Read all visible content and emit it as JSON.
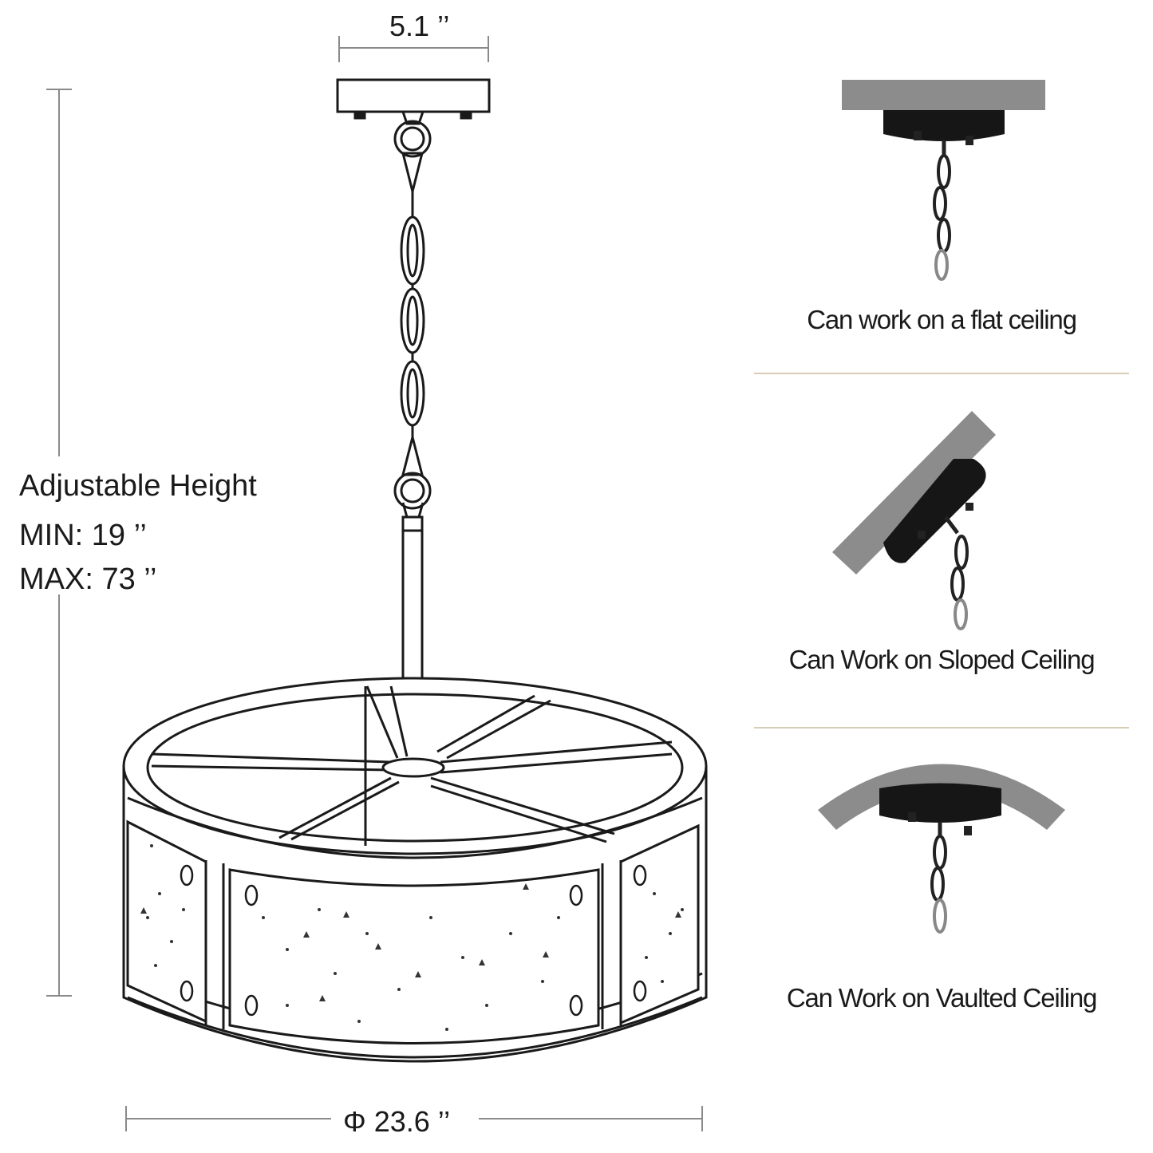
{
  "dimensions": {
    "canopy_width": "5.1 ’’",
    "shade_diameter": "Φ 23.6 ’’"
  },
  "adjustable_height": {
    "title": "Adjustable Height",
    "min": "MIN:  19 ’’",
    "max": "MAX: 73 ’’"
  },
  "mounting_options": [
    {
      "caption": "Can work on a flat ceiling",
      "icon": "flat-ceiling-mount-icon"
    },
    {
      "caption": "Can Work on Sloped Ceiling",
      "icon": "sloped-ceiling-mount-icon"
    },
    {
      "caption": "Can Work on Vaulted Ceiling",
      "icon": "vaulted-ceiling-mount-icon"
    }
  ],
  "colors": {
    "line": "#1a1a1a",
    "ceiling_gray": "#8c8c8c",
    "canopy_black": "#161616",
    "divider_gold": "#c9b896"
  }
}
